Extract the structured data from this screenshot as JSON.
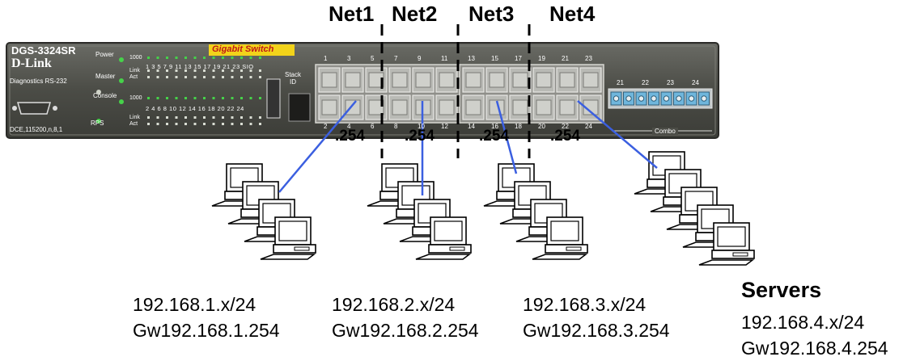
{
  "switch": {
    "model": "DGS-3324SR",
    "brand": "D-Link",
    "banner": "Gigabit Switch",
    "diag": "Diagnostics RS-232",
    "serial": "DCE,115200,n,8,1",
    "leds": {
      "power": "Power",
      "master": "Master",
      "console": "Console",
      "rps": "RPS"
    },
    "row_speed": "1000",
    "row_link": "Link",
    "row_act": "Act",
    "led_nums_top": "1 3 5 7 9 11 13 15 17 19 21 23 SIO",
    "led_nums_bottom": "2 4 6 8 10 12 14 16 18 20 22 24",
    "stack_label": "Stack ID",
    "port_nums_top": [
      "1",
      "3",
      "5",
      "7",
      "9",
      "11",
      "13",
      "15",
      "17",
      "19",
      "21",
      "23"
    ],
    "port_nums_bottom": [
      "2",
      "4",
      "6",
      "8",
      "10",
      "12",
      "14",
      "16",
      "18",
      "20",
      "22",
      "24"
    ],
    "combo_nums": [
      "21",
      "22",
      "23",
      "24"
    ],
    "combo_label": "Combo"
  },
  "networks": [
    {
      "name": "Net1",
      "gateway_suffix": ".254",
      "subnet": "192.168.1.x/24",
      "gateway": "Gw192.168.1.254"
    },
    {
      "name": "Net2",
      "gateway_suffix": ".254",
      "subnet": "192.168.2.x/24",
      "gateway": "Gw192.168.2.254"
    },
    {
      "name": "Net3",
      "gateway_suffix": ".254",
      "subnet": "192.168.3.x/24",
      "gateway": "Gw192.168.3.254"
    },
    {
      "name": "Net4",
      "gateway_suffix": ".254",
      "subnet": "192.168.4.x/24",
      "gateway": "Gw192.168.4.254"
    }
  ],
  "servers_title": "Servers",
  "colors": {
    "link_line": "#3b5fe0",
    "switch_body": "#4d4e48",
    "banner": "#f2d31a",
    "port_blue": "#8ec8e6",
    "led_green": "#46d24a",
    "divider": "#000000"
  }
}
